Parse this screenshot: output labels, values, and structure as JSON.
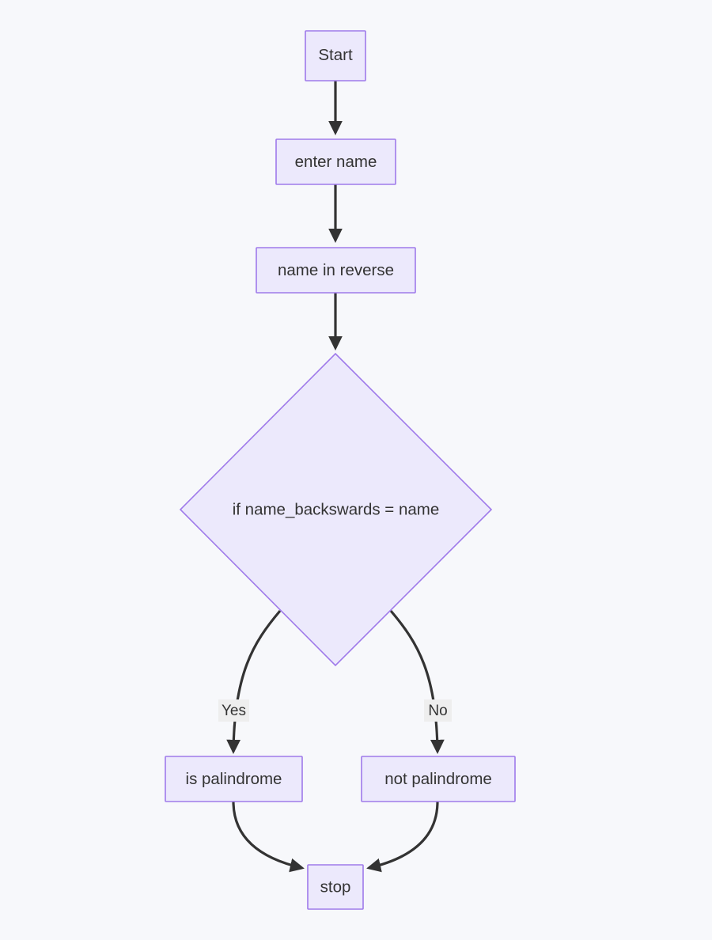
{
  "diagram": {
    "type": "flowchart",
    "title": "",
    "background_color": "#f7f8fb",
    "node_fill_color": "#ece9fc",
    "node_border_color": "#9f7aea",
    "edge_color": "#333333",
    "edge_label_bg_color": "#eeeeee",
    "nodes": [
      {
        "id": "start",
        "label": "Start",
        "shape": "rect"
      },
      {
        "id": "enter_name",
        "label": "enter name",
        "shape": "rect"
      },
      {
        "id": "name_reverse",
        "label": "name in reverse",
        "shape": "rect"
      },
      {
        "id": "decision",
        "label": "if name_backswards = name",
        "shape": "diamond"
      },
      {
        "id": "is_pal",
        "label": "is palindrome",
        "shape": "rect"
      },
      {
        "id": "not_pal",
        "label": "not palindrome",
        "shape": "rect"
      },
      {
        "id": "stop",
        "label": "stop",
        "shape": "rect"
      }
    ],
    "edges": [
      {
        "from": "start",
        "to": "enter_name",
        "label": ""
      },
      {
        "from": "enter_name",
        "to": "name_reverse",
        "label": ""
      },
      {
        "from": "name_reverse",
        "to": "decision",
        "label": ""
      },
      {
        "from": "decision",
        "to": "is_pal",
        "label": "Yes"
      },
      {
        "from": "decision",
        "to": "not_pal",
        "label": "No"
      },
      {
        "from": "is_pal",
        "to": "stop",
        "label": ""
      },
      {
        "from": "not_pal",
        "to": "stop",
        "label": ""
      }
    ]
  }
}
